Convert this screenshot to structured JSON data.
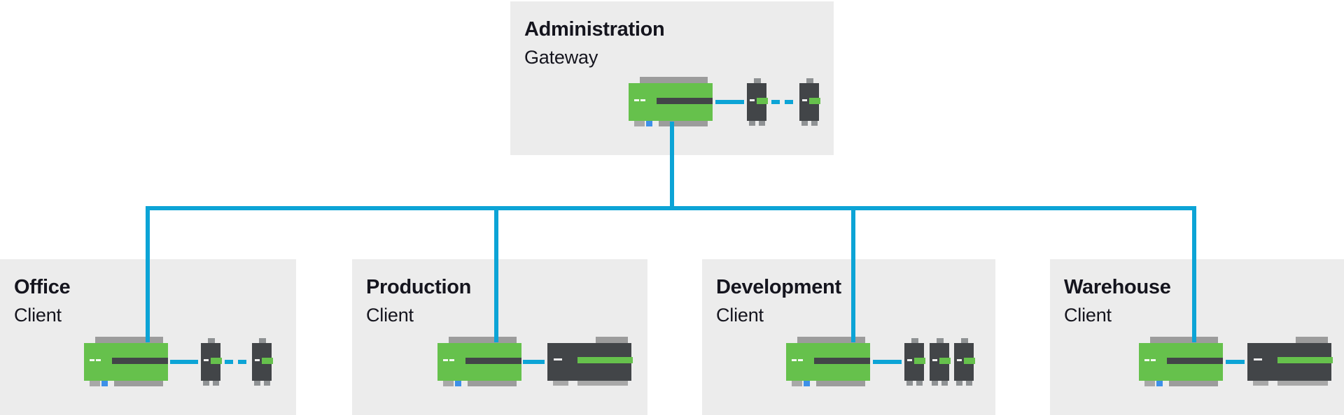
{
  "diagram": {
    "type": "network-topology",
    "description": "Gateway/Client automation network with one gateway area connected by a bus to four client areas"
  },
  "colors": {
    "cyan": "#0ca4d6",
    "green": "#66c14c",
    "dark": "#424548",
    "rail": "#9c9c9c",
    "feet": "#a8a8a8",
    "tab": "#8f9294",
    "bluefoot": "#3e90e8",
    "box": "#ececec",
    "ink": "#15151e"
  },
  "nodes": [
    {
      "id": "administration",
      "title": "Administration",
      "subtitle": "Gateway",
      "devices": [
        "plc-controller",
        "io-module",
        "io-module"
      ]
    },
    {
      "id": "office",
      "title": "Office",
      "subtitle": "Client",
      "devices": [
        "plc-controller",
        "io-module",
        "io-module"
      ]
    },
    {
      "id": "production",
      "title": "Production",
      "subtitle": "Client",
      "devices": [
        "plc-controller",
        "drive-unit"
      ]
    },
    {
      "id": "development",
      "title": "Development",
      "subtitle": "Client",
      "devices": [
        "plc-controller",
        "io-module",
        "io-module",
        "io-module"
      ]
    },
    {
      "id": "warehouse",
      "title": "Warehouse",
      "subtitle": "Client",
      "devices": [
        "plc-controller",
        "drive-unit"
      ]
    }
  ],
  "links": [
    {
      "id": "bus",
      "kind": "trunk"
    },
    {
      "id": "administration-drop",
      "kind": "vertical"
    },
    {
      "id": "office-drop",
      "kind": "vertical"
    },
    {
      "id": "production-drop",
      "kind": "vertical"
    },
    {
      "id": "development-drop",
      "kind": "vertical"
    },
    {
      "id": "warehouse-drop",
      "kind": "vertical"
    }
  ]
}
